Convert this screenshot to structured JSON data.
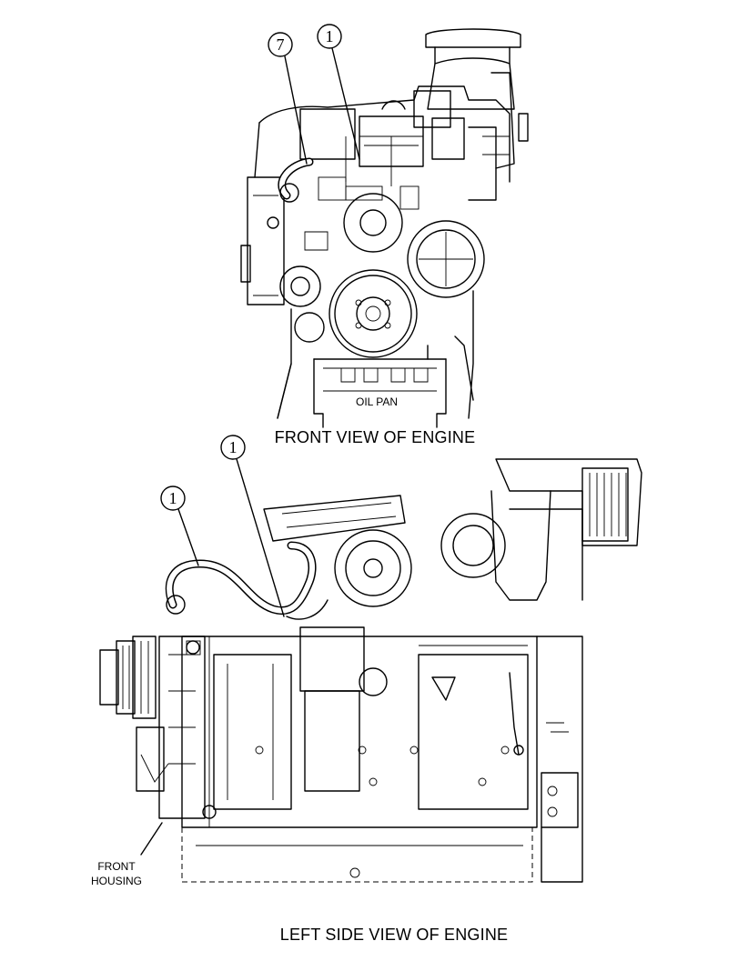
{
  "figure": {
    "top_view_caption": "FRONT VIEW OF ENGINE",
    "bottom_view_caption": "LEFT SIDE VIEW OF ENGINE",
    "labels": {
      "oil_pan": "OIL PAN",
      "front_housing_line1": "FRONT",
      "front_housing_line2": "HOUSING"
    },
    "callouts": {
      "front_a": "7",
      "front_b": "1",
      "side_a": "1",
      "side_b": "1"
    }
  }
}
